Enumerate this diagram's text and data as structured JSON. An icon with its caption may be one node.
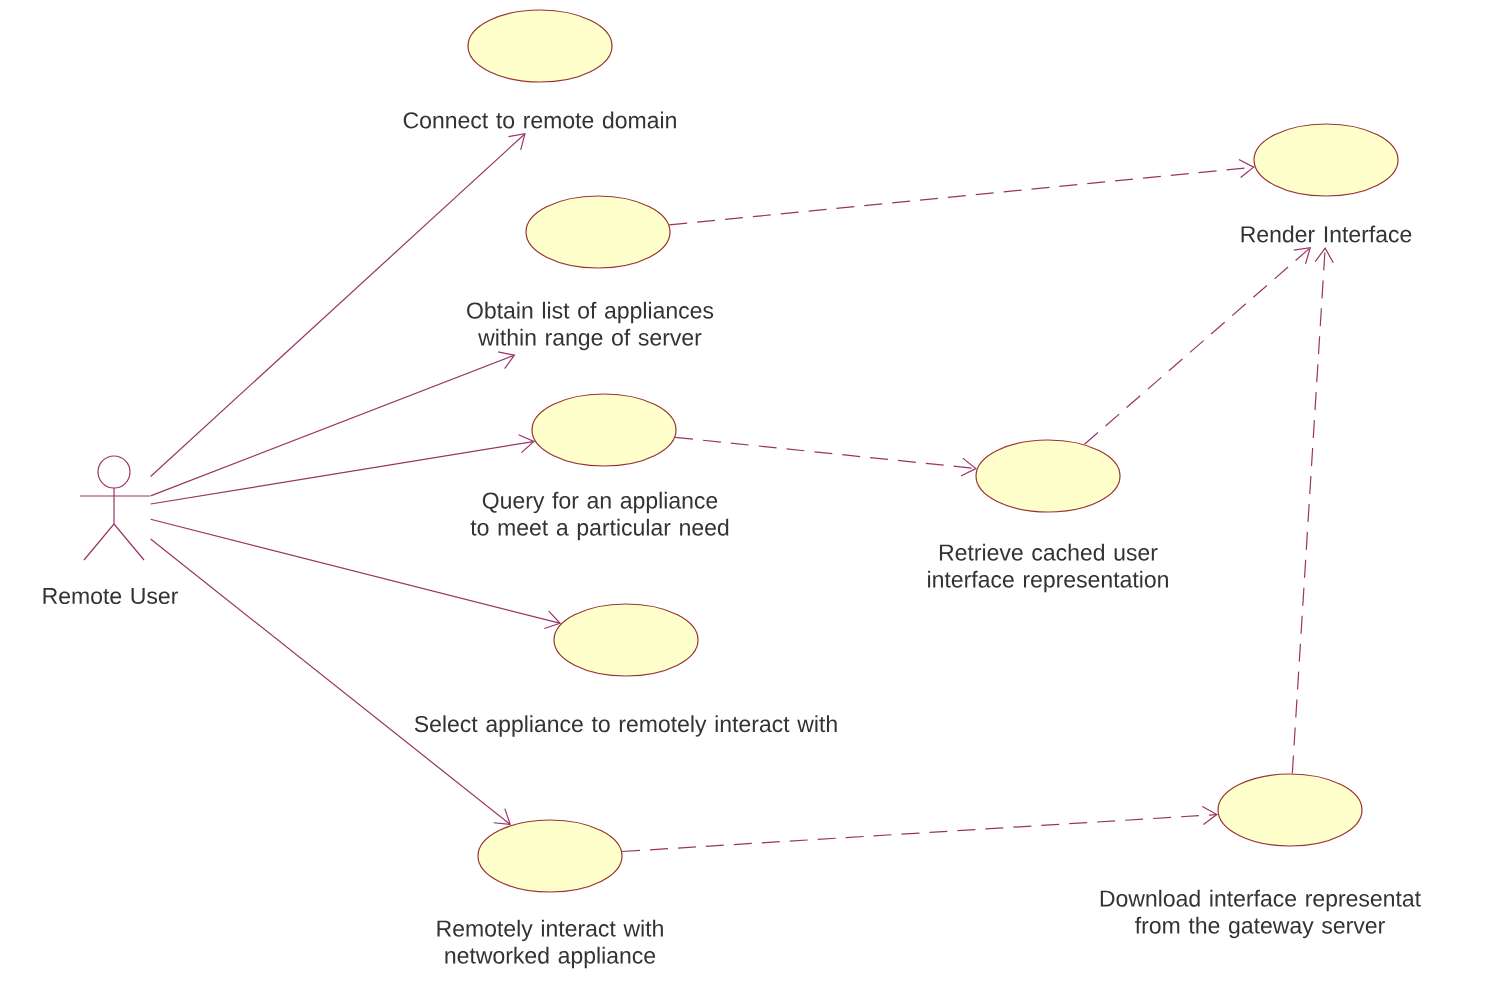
{
  "diagram": {
    "nodes": [
      {
        "text": [
          "Remote User"
        ]
      },
      {
        "text": [
          "Connect to remote domain"
        ]
      },
      {
        "text": [
          "Obtain list of appliances within range of server"
        ]
      },
      {
        "text": [
          "Query for an appliance to meet a particular need"
        ]
      },
      {
        "text": [
          "Select appliance to remotely interact with"
        ]
      },
      {
        "text": [
          "Remotely interact with networked appliance"
        ]
      },
      {
        "text": [
          "Render Interface"
        ]
      },
      {
        "text": [
          "Retrieve cached user interface representation"
        ]
      },
      {
        "text": [
          "Download interface representat from the gateway server"
        ]
      }
    ],
    "edges": [
      {
        "from": 0,
        "to": 1,
        "arrow": "to"
      },
      {
        "from": 0,
        "to": 2,
        "arrow": "to"
      },
      {
        "from": 0,
        "to": 3,
        "arrow": "to"
      },
      {
        "from": 0,
        "to": 4,
        "arrow": "to"
      },
      {
        "from": 0,
        "to": 5,
        "arrow": "to"
      },
      {
        "from": 2,
        "to": 6,
        "arrow": "to",
        "style": "dashed"
      },
      {
        "from": 3,
        "to": 7,
        "arrow": "to",
        "style": "dashed"
      },
      {
        "from": 7,
        "to": 6,
        "arrow": "to",
        "style": "dashed"
      },
      {
        "from": 5,
        "to": 8,
        "arrow": "to",
        "style": "dashed"
      },
      {
        "from": 8,
        "to": 6,
        "arrow": "to",
        "style": "dashed"
      }
    ]
  }
}
